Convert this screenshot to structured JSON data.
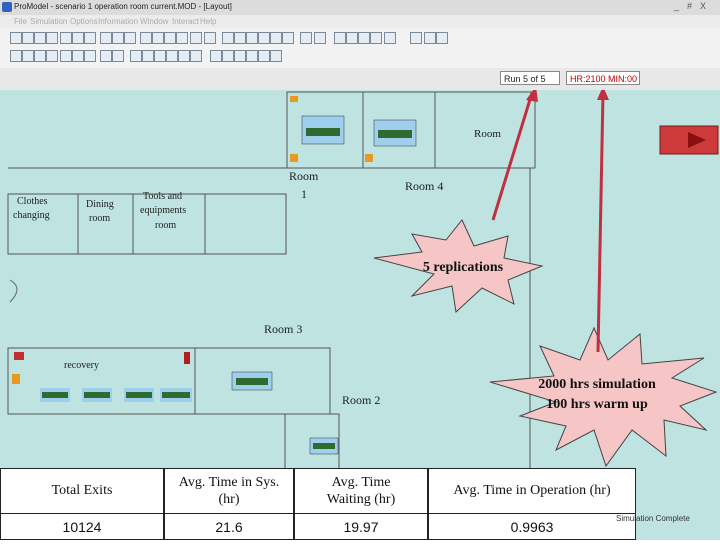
{
  "window": {
    "title": "ProModel - scenario 1  operation room current.MOD - [Layout]",
    "menu": [
      "File",
      "Simulation",
      "Options",
      "Information",
      "Window",
      "Interact",
      "Help"
    ],
    "controls": [
      "_",
      "#",
      "X"
    ]
  },
  "status": {
    "run_text": "Run 5 of 5",
    "time_text": "HR:2100  MIN:00"
  },
  "layout": {
    "rooms": {
      "room": "Room",
      "room1": [
        "Room",
        "1"
      ],
      "room4": "Room 4",
      "clothes": [
        "Clothes",
        "changing"
      ],
      "dining": [
        "Dining",
        "room"
      ],
      "tools": [
        "Tools and",
        "equipments",
        "room"
      ],
      "room3": "Room 3",
      "recovery": "recovery",
      "room2": "Room 2"
    },
    "callouts": {
      "replications": "5 replications",
      "simulation": [
        "2000 hrs simulation",
        "100 hrs warm up"
      ]
    },
    "colors": {
      "background": "#bfe3e0",
      "callout_fill": "#f6c6c6",
      "arrow": "#c03040",
      "bed": "#2f6a2f"
    }
  },
  "table": {
    "headers": [
      "Total Exits",
      [
        "Avg. Time in Sys.",
        "(hr)"
      ],
      [
        "Avg. Time",
        "Waiting (hr)"
      ],
      "Avg. Time in Operation (hr)"
    ],
    "values": [
      "10124",
      "21.6",
      "19.97",
      "0.9963"
    ]
  },
  "simulation_complete": "Simulation Complete"
}
